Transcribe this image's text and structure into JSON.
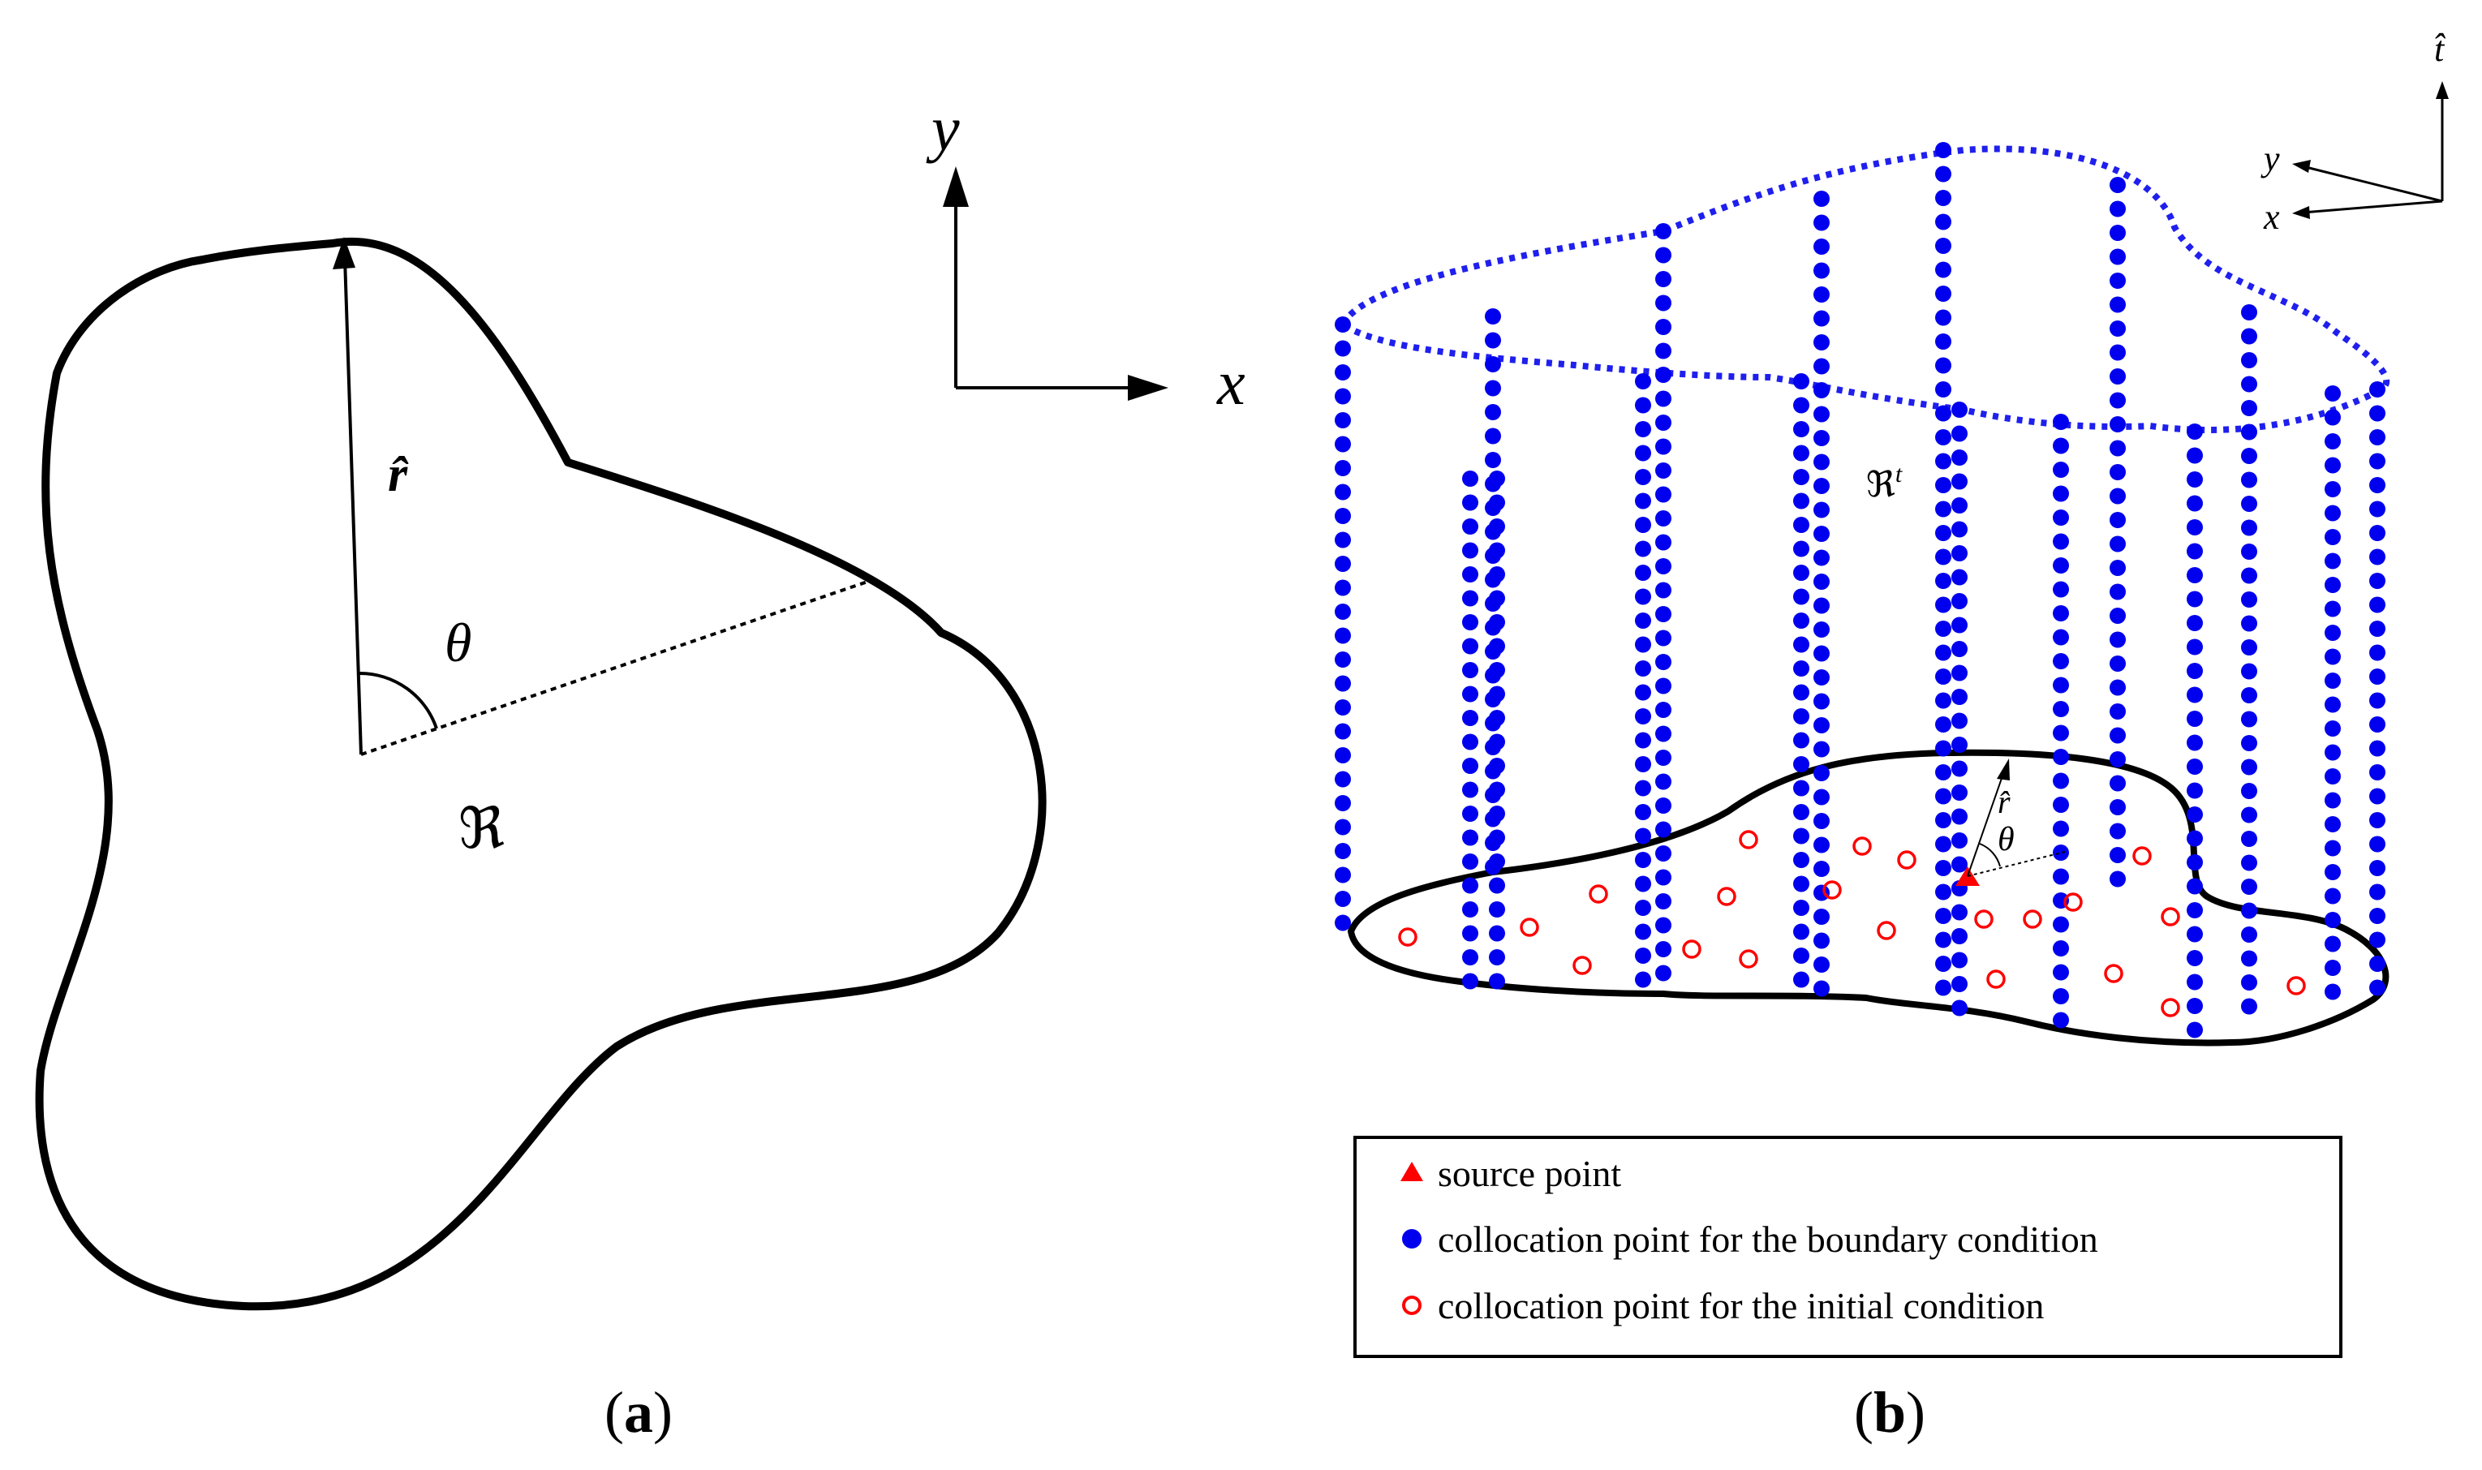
{
  "panel_a": {
    "caption_letter": "a",
    "caption_open": "(",
    "caption_close": ")",
    "r_label": "r̂",
    "theta_label": "θ",
    "region_label": "ℜ",
    "x_label": "x",
    "y_label": "y"
  },
  "panel_b": {
    "caption_letter": "b",
    "caption_open": "(",
    "caption_close": ")",
    "region_label": "ℜ",
    "region_sup": "t",
    "r_label": "r̂",
    "theta_label": "θ",
    "t_axis_label": "t̂",
    "y_axis_label": "y",
    "x_axis_label": "x"
  },
  "legend": {
    "items": [
      {
        "label": "source point",
        "marker": "triangle",
        "color": "#ff0000"
      },
      {
        "label": "collocation point for the boundary condition",
        "marker": "filled-circle",
        "color": "#0000ee"
      },
      {
        "label": "collocation point for the initial condition",
        "marker": "open-circle",
        "color": "#ff0000"
      }
    ]
  },
  "colors": {
    "stroke": "#000000",
    "boundary_points": "#0000ee",
    "initial_points": "#ff0000",
    "source_point": "#ff0000"
  }
}
